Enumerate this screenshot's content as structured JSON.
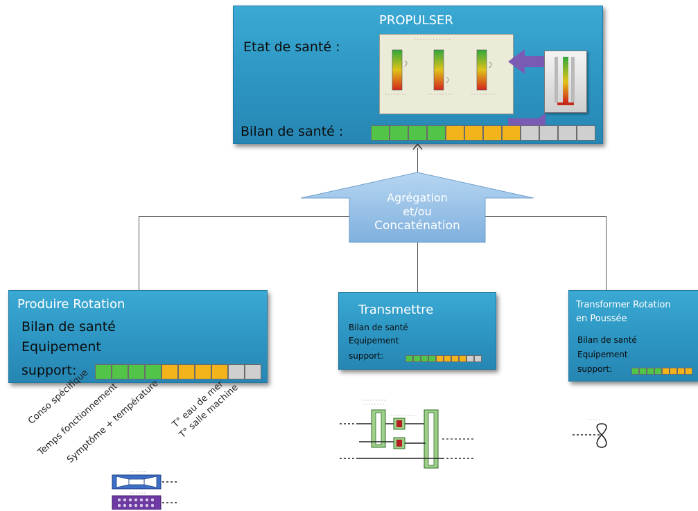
{
  "top_box": {
    "title": "PROPULSER",
    "etat_label": "Etat de santé :",
    "bilan_label": "Bilan de santé :",
    "bar": [
      "g",
      "g",
      "g",
      "g",
      "o",
      "o",
      "o",
      "o",
      "gr",
      "gr",
      "gr",
      "gr"
    ]
  },
  "aggregation_arrow": {
    "line1": "Agrégation",
    "line2": "et/ou",
    "line3": "Concaténation"
  },
  "box_left": {
    "title": "Produire Rotation",
    "line1": "Bilan de santé",
    "line2": "Equipement",
    "line3": "support:",
    "bar": [
      "g",
      "g",
      "g",
      "g",
      "o",
      "o",
      "o",
      "o",
      "gr",
      "gr"
    ]
  },
  "box_mid": {
    "title": "Transmettre",
    "line1": "Bilan de santé",
    "line2": "Equipement",
    "line3": "support:",
    "bar": [
      "g",
      "g",
      "g",
      "g",
      "o",
      "o",
      "o",
      "o",
      "gr",
      "gr"
    ]
  },
  "box_right": {
    "title_line1": "Transformer Rotation",
    "title_line2": "en Poussée",
    "line1": "Bilan de santé",
    "line2": "Equipement",
    "line3": "support:",
    "bar": [
      "g",
      "g",
      "g",
      "g",
      "o",
      "o",
      "o",
      "o"
    ]
  },
  "indicators": [
    "Conso spécifique",
    "Temps fonctionnement",
    "Symptôme + température",
    "T° eau de mer",
    "T° salle machine"
  ],
  "colors": {
    "box_blue": "#2c93c0",
    "arrow_blue": "#8fbfe6",
    "green": "#52c447",
    "orange": "#f3b31b",
    "grey": "#cfcfcf"
  }
}
